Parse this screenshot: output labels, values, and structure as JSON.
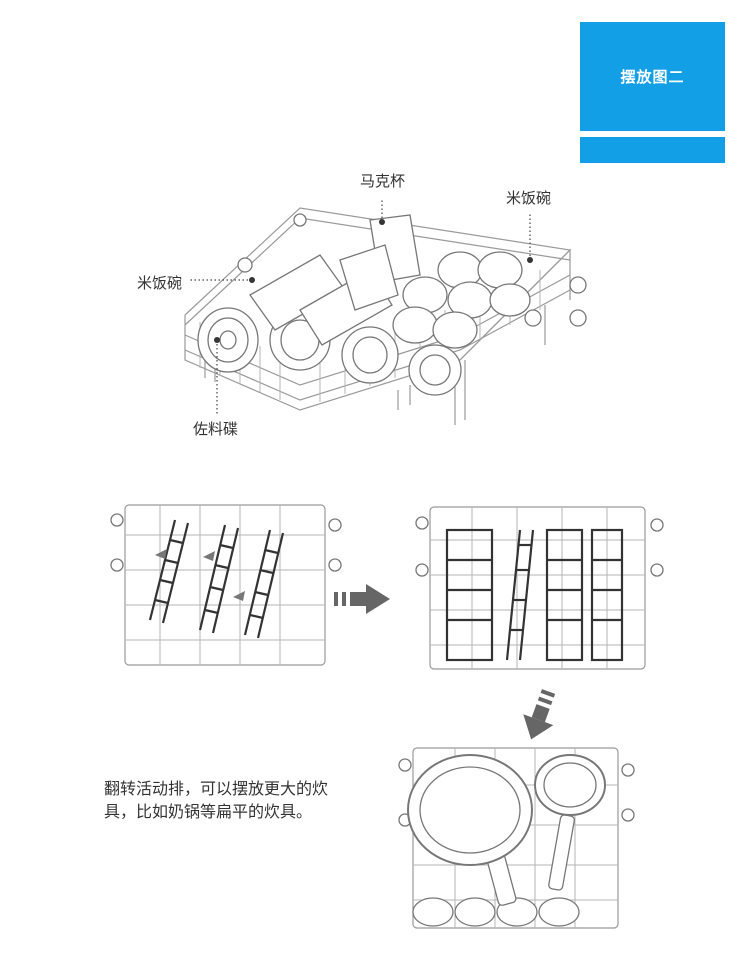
{
  "header": {
    "title": "摆放图二",
    "accent_color": "#139fe6"
  },
  "figure_top": {
    "labels": {
      "mug": "马克杯",
      "rice_bowl_left": "米饭碗",
      "rice_bowl_right": "米饭碗",
      "sauce_dish": "佐料碟"
    }
  },
  "caption": "翻转活动排，可以摆放更大的炊具，比如奶锅等扁平的炊具。",
  "icons": {
    "arrow_right": "arrow-right-icon",
    "arrow_down": "arrow-down-icon"
  }
}
